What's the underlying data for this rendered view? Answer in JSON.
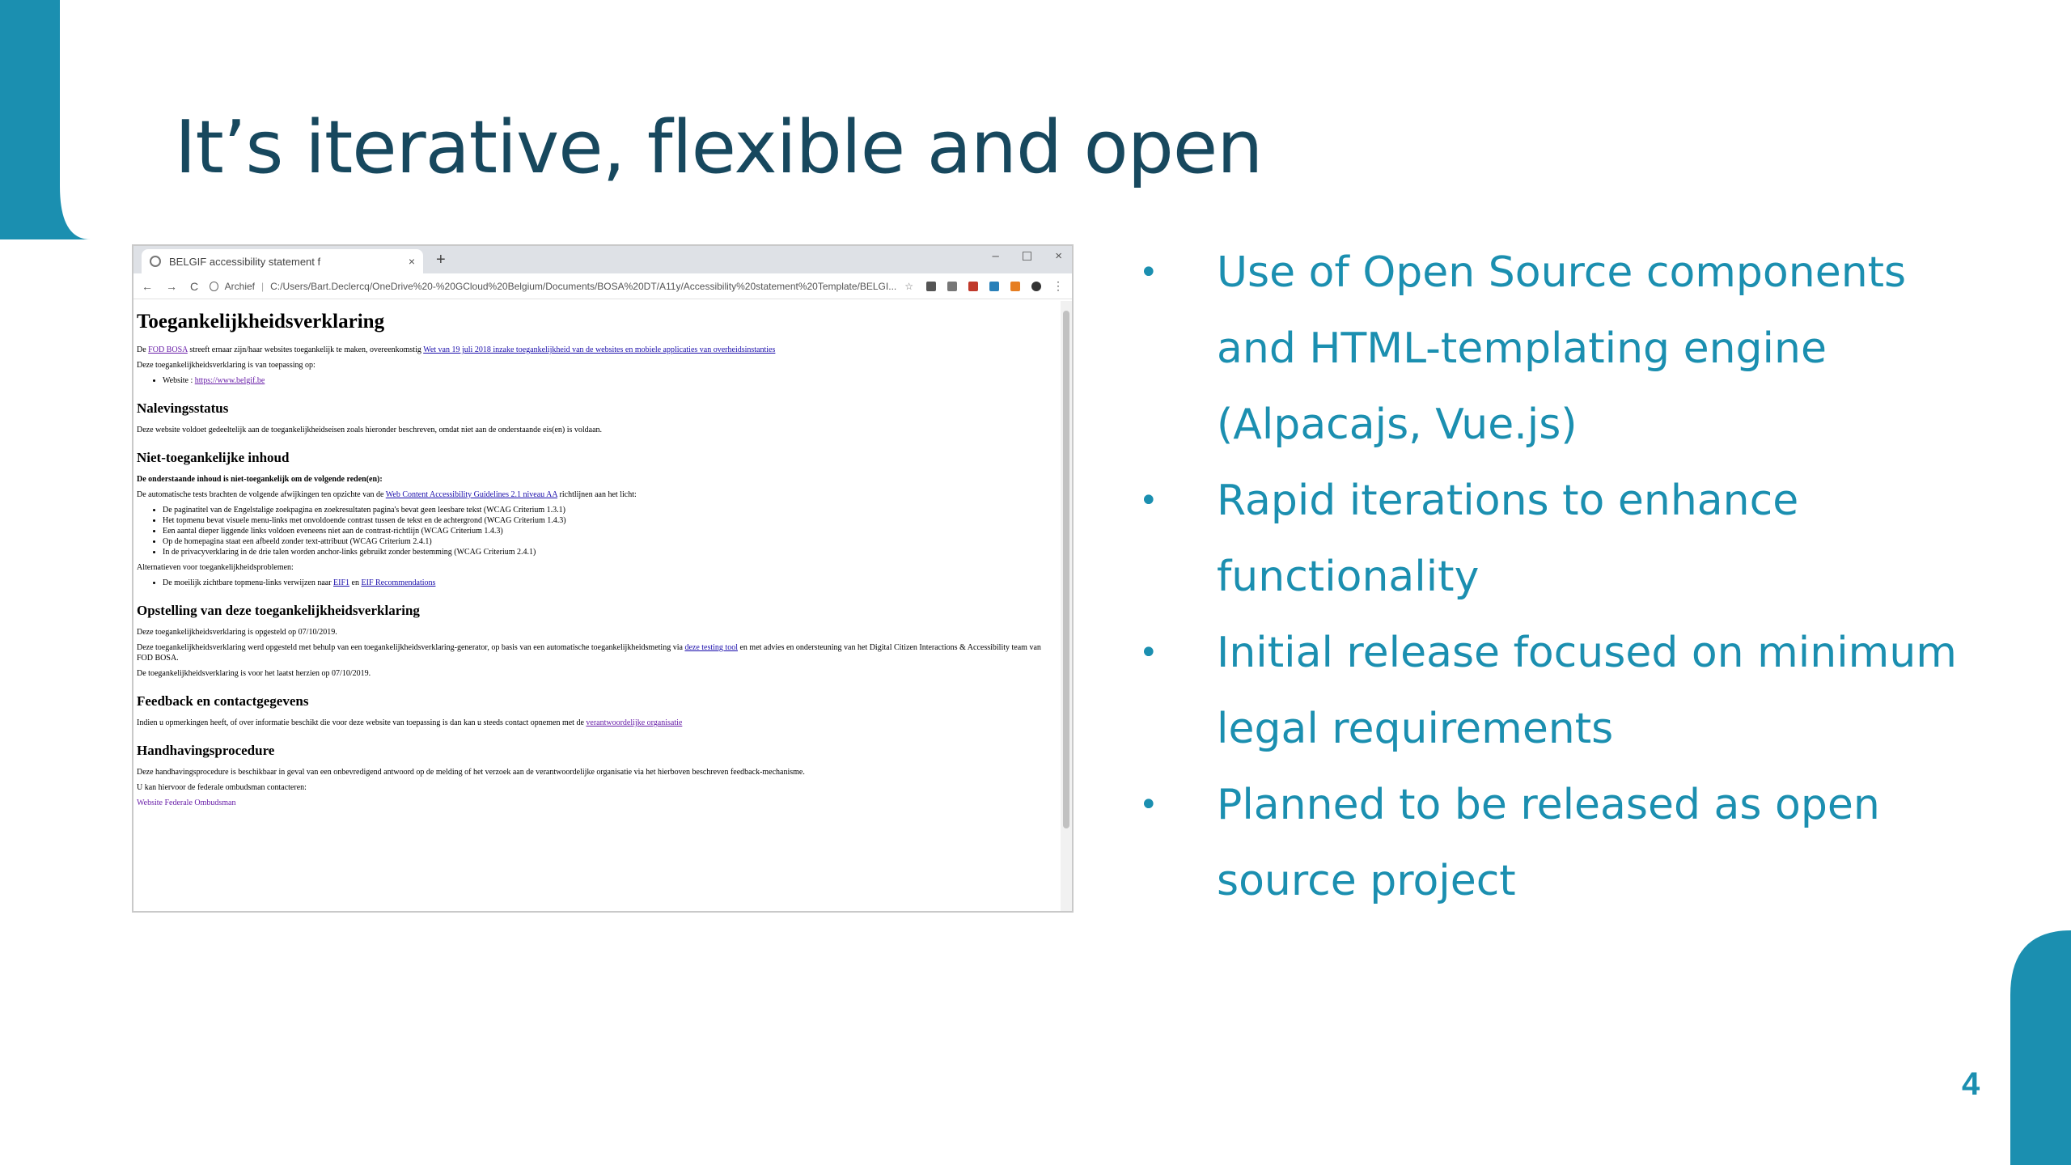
{
  "slide": {
    "title": "It’s iterative, flexible and open",
    "page_number": "4",
    "bullets": [
      "Use of Open Source components and HTML-templating engine (Alpacajs, Vue.js)",
      "Rapid iterations to enhance functionality",
      "Initial release focused on minimum legal requirements",
      "Planned to be released as open source project"
    ],
    "colors": {
      "accent": "#1b8fb0",
      "title": "#17485e"
    }
  },
  "browser": {
    "tab_title": "BELGIF accessibility statement f",
    "tab_close": "×",
    "new_tab": "+",
    "window_controls": [
      "–",
      "☐",
      "×"
    ],
    "nav": [
      "←",
      "→",
      "C"
    ],
    "address_prefix": "Archief",
    "address": "C:/Users/Bart.Declercq/OneDrive%20-%20GCloud%20Belgium/Documents/BOSA%20DT/A11y/Accessibility%20statement%20Template/BELGI...",
    "menu_icon": "⋮",
    "page": {
      "h1": "Toegankelijkheidsverklaring",
      "intro_1": "De",
      "intro_link_1": "FOD BOSA",
      "intro_2": "streeft ernaar zijn/haar websites toegankelijk te maken, overeenkomstig",
      "intro_link_2": "Wet van 19 juli 2018 inzake toegankelijkheid van de websites en mobiele applicaties van overheidsinstanties",
      "applies": "Deze toegankelijkheidsverklaring is van toepassing op:",
      "website_label": "Website :",
      "website_link": "https://www.belgif.be",
      "h2_compliance": "Nalevingsstatus",
      "compliance_text": "Deze website voldoet gedeeltelijk aan de toegankelijkheidseisen zoals hieronder beschreven, omdat niet aan de onderstaande eis(en) is voldaan.",
      "h2_noncompliant": "Niet-toegankelijke inhoud",
      "noncompliant_bold": "De onderstaande inhoud is niet-toegankelijk om de volgende reden(en):",
      "auto_tests_1": "De automatische tests brachten de volgende afwijkingen ten opzichte van de",
      "auto_tests_link": "Web Content Accessibility Guidelines 2.1 niveau AA",
      "auto_tests_2": "richtlijnen aan het licht:",
      "issues": [
        "De paginatitel van de Engelstalige zoekpagina en zoekresultaten pagina's bevat geen leesbare tekst (WCAG Criterium 1.3.1)",
        "Het topmenu bevat visuele menu-links met onvoldoende contrast tussen de tekst en de achtergrond (WCAG Criterium 1.4.3)",
        "Een aantal dieper liggende links voldoen eveneens niet aan de contrast-richtlijn (WCAG Criterium 1.4.3)",
        "Op de homepagina staat een afbeeld zonder text-attribuut (WCAG Criterium 2.4.1)",
        "In de privacyverklaring in de drie talen worden anchor-links gebruikt zonder bestemming (WCAG Criterium 2.4.1)"
      ],
      "alternatives": "Alternatieven voor toegankelijkheidsproblemen:",
      "alt_item_1": "De moeilijk zichtbare topmenu-links verwijzen naar",
      "alt_link_1": "EIF1",
      "alt_item_2": "en",
      "alt_link_2": "EIF Recommendations",
      "h2_preparation": "Opstelling van deze toegankelijkheidsverklaring",
      "prep_1": "Deze toegankelijkheidsverklaring is opgesteld op 07/10/2019.",
      "prep_2a": "Deze toegankelijkheidsverklaring werd opgesteld met behulp van een toegankelijkheidsverklaring-generator, op basis van een automatische toegankelijkheidsmeting via",
      "prep_2_link": "deze testing tool",
      "prep_2b": "en met advies en ondersteuning van het Digital Citizen Interactions & Accessibility team van FOD BOSA.",
      "prep_3": "De toegankelijkheidsverklaring is voor het laatst herzien op 07/10/2019.",
      "h2_feedback": "Feedback en contactgegevens",
      "feedback_1": "Indien u opmerkingen heeft, of over informatie beschikt die voor deze website van toepassing is dan kan u steeds contact opnemen met de",
      "feedback_link": "verantwoordelijke organisatie",
      "h2_enforcement": "Handhavingsprocedure",
      "enforce_1": "Deze handhavingsprocedure is beschikbaar in geval van een onbevredigend antwoord op de melding of het verzoek aan de verantwoordelijke organisatie via het hierboven beschreven feedback-mechanisme.",
      "enforce_2": "U kan hiervoor de federale ombudsman contacteren:",
      "ombudsman_link": "Website Federale Ombudsman"
    }
  }
}
